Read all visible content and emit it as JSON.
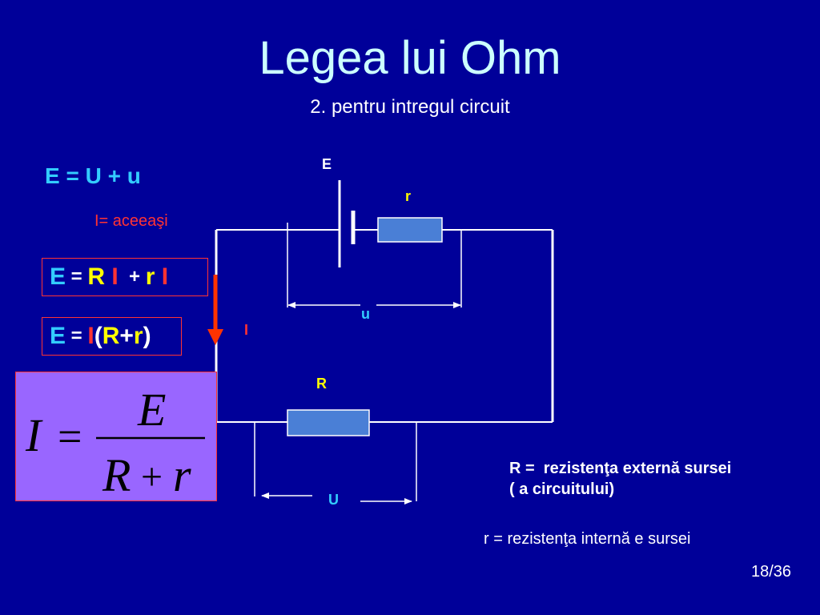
{
  "slide": {
    "title": "Legea lui Ohm",
    "subtitle": "2. pentru intregul circuit",
    "page_number": "18/36"
  },
  "equations": {
    "eq1": "E = U + u",
    "same_current_note": "I= aceeaşi",
    "eq2": {
      "E": "E",
      "eq": " = ",
      "R": "R",
      "I1": " I",
      "plus": "  + ",
      "r": "r",
      "I2": " I"
    },
    "eq3": {
      "E": "E",
      "eq": " = ",
      "I": "I",
      "lp": "(",
      "R": "R",
      "plus": "+",
      "r": "r",
      "rp": ")"
    },
    "formula": {
      "lhs": "I",
      "equals": "=",
      "numerator": "E",
      "den_R": "R",
      "den_plus": "+",
      "den_r": "r"
    }
  },
  "circuit": {
    "label_E": "E",
    "label_r": "r",
    "label_u": "u",
    "label_I": "I",
    "label_R": "R",
    "label_U": "U"
  },
  "definitions": {
    "R_line1": "R =  rezistenţa externă sursei",
    "R_line2": "( a circuitului)",
    "r_def": "r = rezistenţa internă e sursei"
  },
  "colors": {
    "background": "#000099",
    "title": "#CCFFFF",
    "emf": "#33CCFF",
    "current": "#FF3333",
    "resistance": "#FFFF00",
    "resistor_fill": "#4A7FD6",
    "formula_bg": "#9966FF"
  }
}
